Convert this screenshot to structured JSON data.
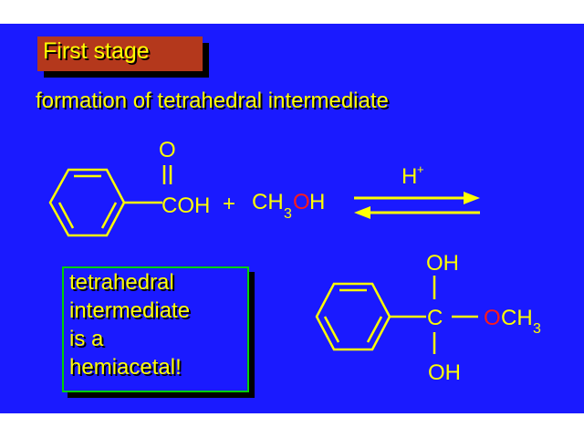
{
  "title": "First stage",
  "subtitle": "formation of tetrahedral intermediate",
  "reaction": {
    "reactant1": {
      "carbonyl_O": "O",
      "group": "COH"
    },
    "plus": "+",
    "reactant2": {
      "part1": "CH",
      "subscript": "3",
      "O": "O",
      "H": "H"
    },
    "catalyst": "H",
    "catalyst_sup": "+"
  },
  "product": {
    "top": "OH",
    "center": "C",
    "bottom": "OH",
    "right_O": "O",
    "right_CH": "CH",
    "right_sub": "3"
  },
  "note": {
    "lines": [
      "tetrahedral",
      "intermediate",
      "is a",
      "hemiacetal!"
    ]
  },
  "colors": {
    "background": "#1a1aff",
    "text": "#ffff00",
    "highlight_oxygen": "#ff1a1a",
    "title_box": "#b4381c",
    "note_border": "#00d000"
  }
}
